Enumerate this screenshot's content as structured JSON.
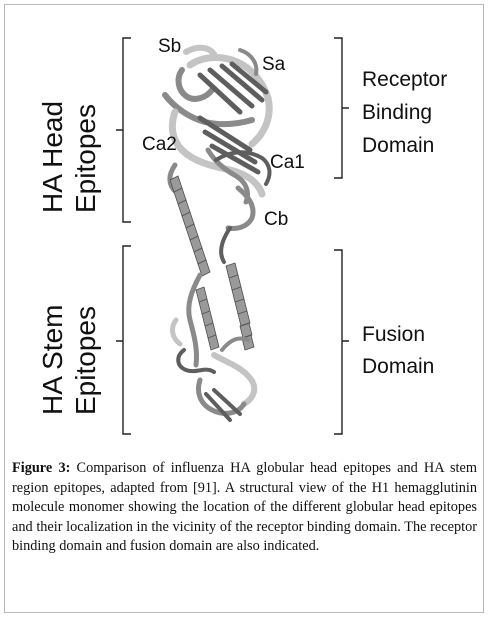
{
  "figure": {
    "left_group_top": [
      "HA Head",
      "Epitopes"
    ],
    "left_group_bottom": [
      "HA Stem",
      "Epitopes"
    ],
    "right_group_top": [
      "Receptor",
      "Binding",
      "Domain"
    ],
    "right_group_bottom": [
      "Fusion",
      "Domain"
    ],
    "epitopes": {
      "sb": "Sb",
      "sa": "Sa",
      "ca2": "Ca2",
      "ca1": "Ca1",
      "cb": "Cb"
    }
  },
  "caption": {
    "label": "Figure 3:",
    "text": " Comparison of influenza HA globular head epitopes and HA stem region epitopes, adapted from [91]. A structural view of the H1 hemagglutinin molecule monomer showing the location of the different globular head epitopes and their localization in the vicinity of the receptor binding domain. The receptor binding domain and fusion domain are also indicated."
  }
}
